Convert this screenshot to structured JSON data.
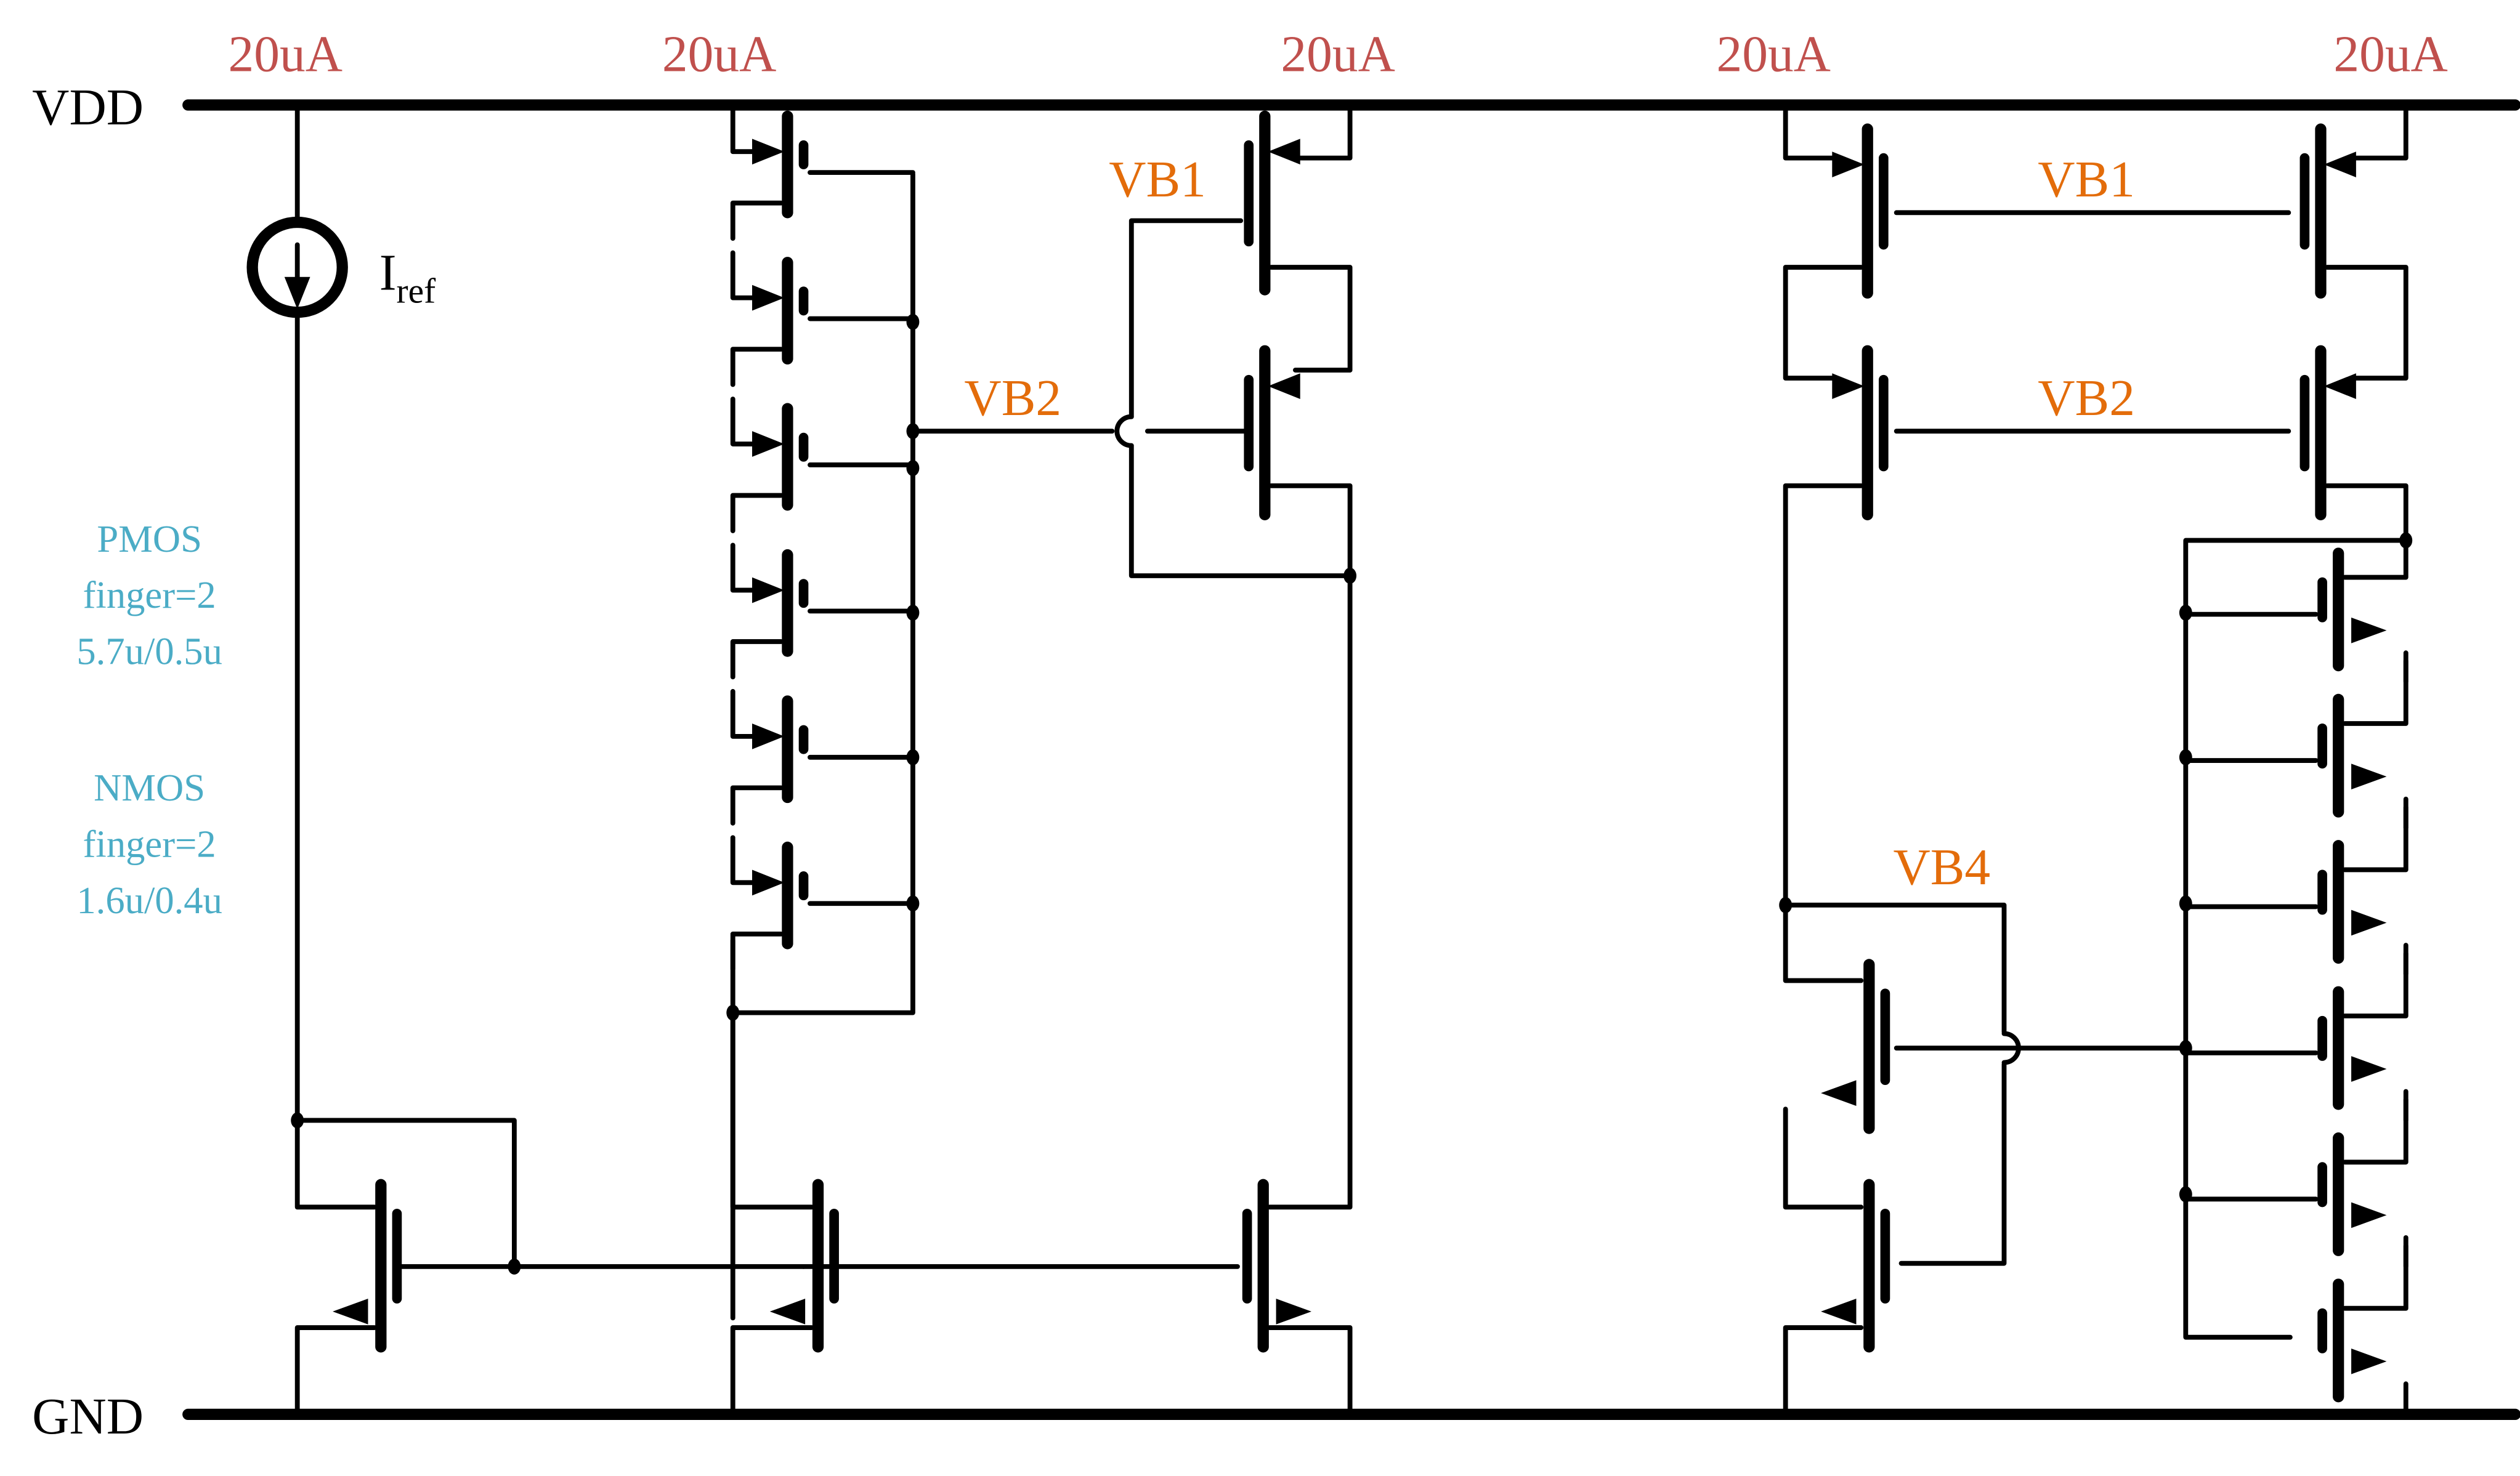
{
  "rails": {
    "vdd": "VDD",
    "gnd": "GND"
  },
  "branch_currents": [
    "20uA",
    "20uA",
    "20uA",
    "20uA",
    "20uA"
  ],
  "reference": {
    "symbol": "I",
    "subscript": "ref",
    "icon": "current-source-icon"
  },
  "bias_labels": {
    "vb1_left": "VB1",
    "vb2_left": "VB2",
    "vb1_right": "VB1",
    "vb2_right": "VB2",
    "vb4": "VB4"
  },
  "device_notes": {
    "pmos": {
      "type": "PMOS",
      "finger": "finger=2",
      "size": "5.7u/0.5u"
    },
    "nmos": {
      "type": "NMOS",
      "finger": "finger=2",
      "size": "1.6u/0.4u"
    }
  },
  "colors": {
    "current_label": "#c0504d",
    "bias_label": "#e36c0a",
    "device_note": "#4bacc6",
    "wire": "#000000"
  },
  "devices": {
    "pmos_stack_left_count": 6,
    "pmos_cascode_mid_count": 2,
    "pmos_cascode_right_left_count": 2,
    "pmos_cascode_right_right_count": 2,
    "nmos_mirror_bottom_count": 3,
    "nmos_vb4_stack_count": 2,
    "nmos_stack_right_count": 6
  }
}
